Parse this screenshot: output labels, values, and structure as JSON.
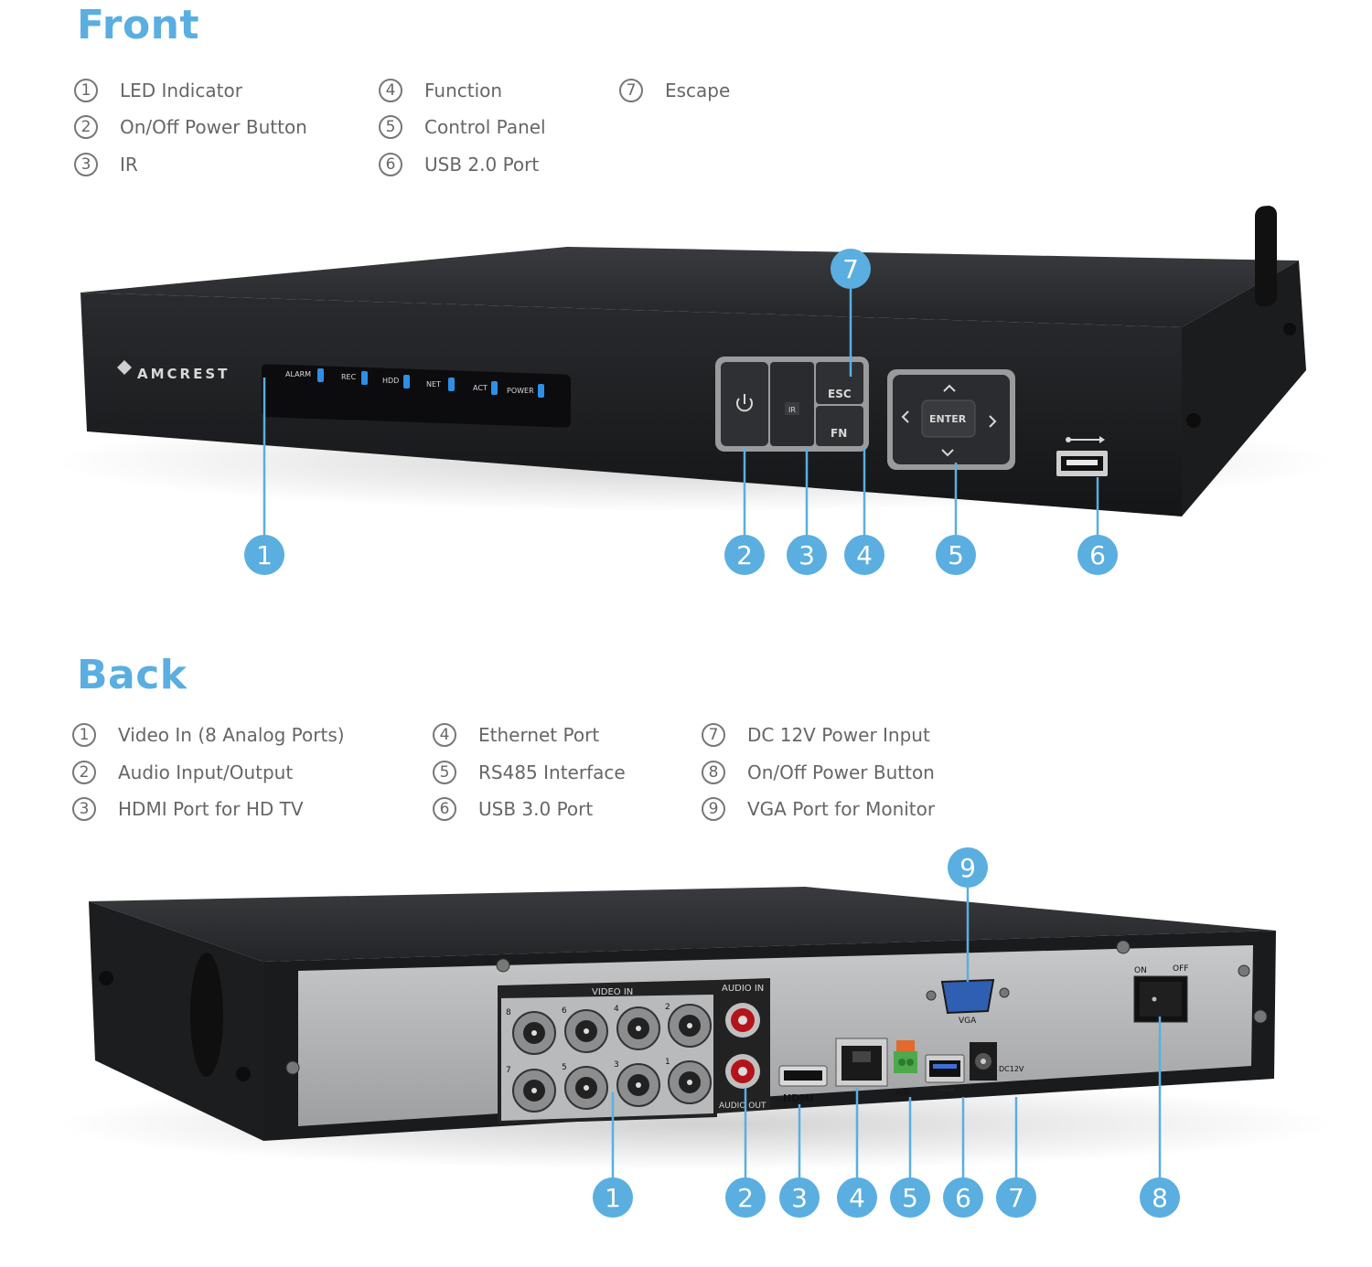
{
  "front": {
    "title": "Front",
    "legend": [
      {
        "num": "1",
        "label": "LED Indicator"
      },
      {
        "num": "2",
        "label": "On/Off Power Button"
      },
      {
        "num": "3",
        "label": "IR"
      },
      {
        "num": "4",
        "label": "Function"
      },
      {
        "num": "5",
        "label": "Control Panel"
      },
      {
        "num": "6",
        "label": "USB 2.0 Port"
      },
      {
        "num": "7",
        "label": "Escape"
      }
    ],
    "device": {
      "brand": "AMCREST",
      "leds": [
        "ALARM",
        "REC",
        "HDD",
        "NET",
        "ACT",
        "POWER"
      ],
      "esc_label": "ESC",
      "fn_label": "FN",
      "ir_label": "IR",
      "enter_label": "ENTER"
    },
    "callouts": [
      "1",
      "2",
      "3",
      "4",
      "5",
      "6",
      "7"
    ]
  },
  "back": {
    "title": "Back",
    "legend": [
      {
        "num": "1",
        "label": "Video In (8 Analog Ports)"
      },
      {
        "num": "2",
        "label": "Audio Input/Output"
      },
      {
        "num": "3",
        "label": "HDMI Port for HD TV"
      },
      {
        "num": "4",
        "label": "Ethernet Port"
      },
      {
        "num": "5",
        "label": "RS485 Interface"
      },
      {
        "num": "6",
        "label": "USB 3.0 Port"
      },
      {
        "num": "7",
        "label": "DC 12V Power Input"
      },
      {
        "num": "8",
        "label": "On/Off Power Button"
      },
      {
        "num": "9",
        "label": "VGA Port for Monitor"
      }
    ],
    "device": {
      "video_in_label": "VIDEO IN",
      "audio_in_label": "AUDIO IN",
      "audio_out_label": "AUDIO OUT",
      "bnc_top": [
        "8",
        "6",
        "4",
        "2"
      ],
      "bnc_bottom": [
        "7",
        "5",
        "3",
        "1"
      ],
      "hdmi_label": "HDMI",
      "rs485_label": "A/B",
      "vga_label": "VGA",
      "dc_label": "DC12V",
      "on_label": "ON",
      "off_label": "OFF"
    },
    "callouts": [
      "1",
      "2",
      "3",
      "4",
      "5",
      "6",
      "7",
      "8",
      "9"
    ]
  },
  "colors": {
    "accent": "#5aaee0",
    "device_body": "#1e1f21",
    "back_panel": "#a9aaac"
  }
}
